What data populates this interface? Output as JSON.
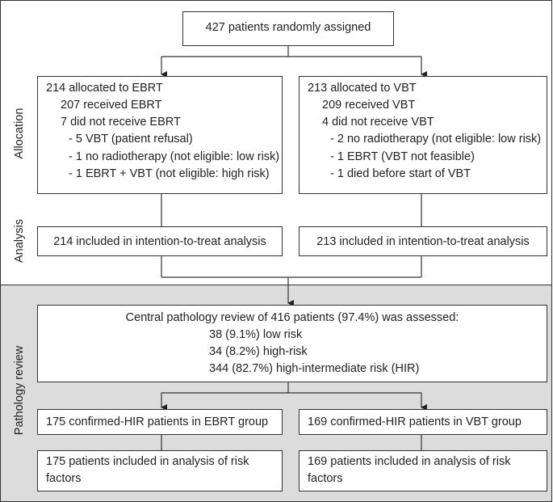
{
  "panels": {
    "allocation_label": "Allocation",
    "analysis_label": "Analysis",
    "pathology_label": "Pathology review"
  },
  "randomized": {
    "text": "427 patients randomly assigned"
  },
  "ebrt": {
    "header": "214 allocated to EBRT",
    "received": "207 received EBRT",
    "not_received": "7 did not receive EBRT",
    "reasons": [
      "- 5 VBT (patient refusal)",
      "- 1 no radiotherapy (not eligible: low risk)",
      "- 1 EBRT + VBT (not eligible: high risk)"
    ],
    "itt": "214 included in intention-to-treat analysis",
    "confirmed": "175 confirmed-HIR patients in EBRT group",
    "risk_analysis": "175 patients included in analysis of risk factors"
  },
  "vbt": {
    "header": "213 allocated to VBT",
    "received": "209 received VBT",
    "not_received": "4 did not receive VBT",
    "reasons": [
      "- 2 no radiotherapy (not eligible: low risk)",
      "- 1 EBRT (VBT not feasible)",
      "- 1 died before start of VBT"
    ],
    "itt": "213 included in intention-to-treat analysis",
    "confirmed": "169 confirmed-HIR patients in VBT group",
    "risk_analysis": "169 patients included in analysis of risk factors"
  },
  "pathology": {
    "title": "Central pathology review of 416 patients (97.4%) was assessed:",
    "items": [
      "38 (9.1%) low risk",
      "34 (8.2%) high-risk",
      "344 (82.7%) high-intermediate risk (HIR)"
    ]
  },
  "colors": {
    "panel_bottom_bg": "#dcdcdc",
    "border": "#333333",
    "box_bg": "#ffffff"
  }
}
